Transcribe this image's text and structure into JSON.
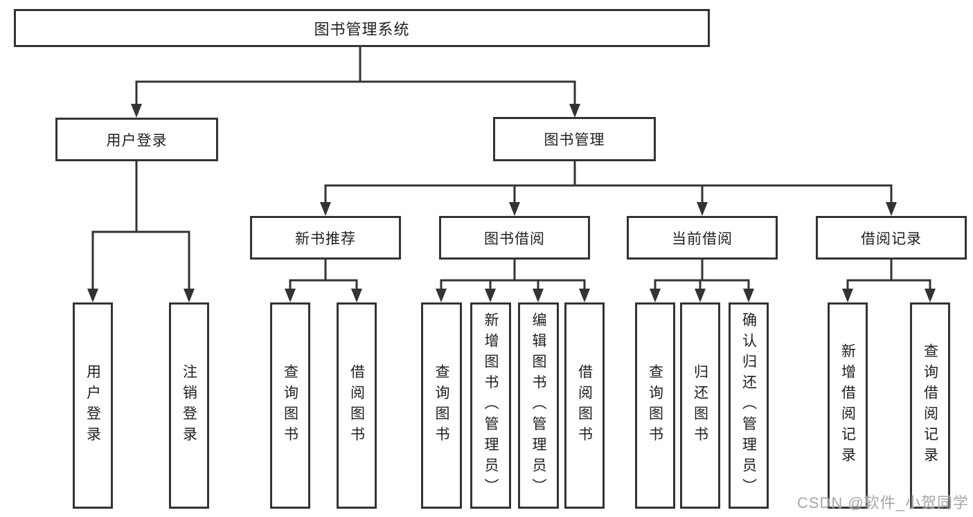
{
  "diagram": {
    "root": {
      "label": "图书管理系统"
    },
    "user_login": {
      "label": "用户登录",
      "children": [
        "用户登录",
        "注销登录"
      ]
    },
    "book_mgmt": {
      "label": "图书管理",
      "sections": {
        "new_book": {
          "label": "新书推荐",
          "children": [
            "查询图书",
            "借阅图书"
          ]
        },
        "borrow": {
          "label": "图书借阅",
          "children": [
            "查询图书",
            "新增图书（管理员）",
            "编辑图书（管理员）",
            "借阅图书"
          ]
        },
        "current": {
          "label": "当前借阅",
          "children": [
            "查询图书",
            "归还图书",
            "确认归还（管理员）"
          ]
        },
        "records": {
          "label": "借阅记录",
          "children": [
            "新增借阅记录",
            "查询借阅记录"
          ]
        }
      }
    }
  },
  "watermark": "CSDN @软件_小贺同学",
  "colors": {
    "line": "#333333",
    "text": "#1f1f1f",
    "background": "#ffffff",
    "watermark": "#969696"
  }
}
